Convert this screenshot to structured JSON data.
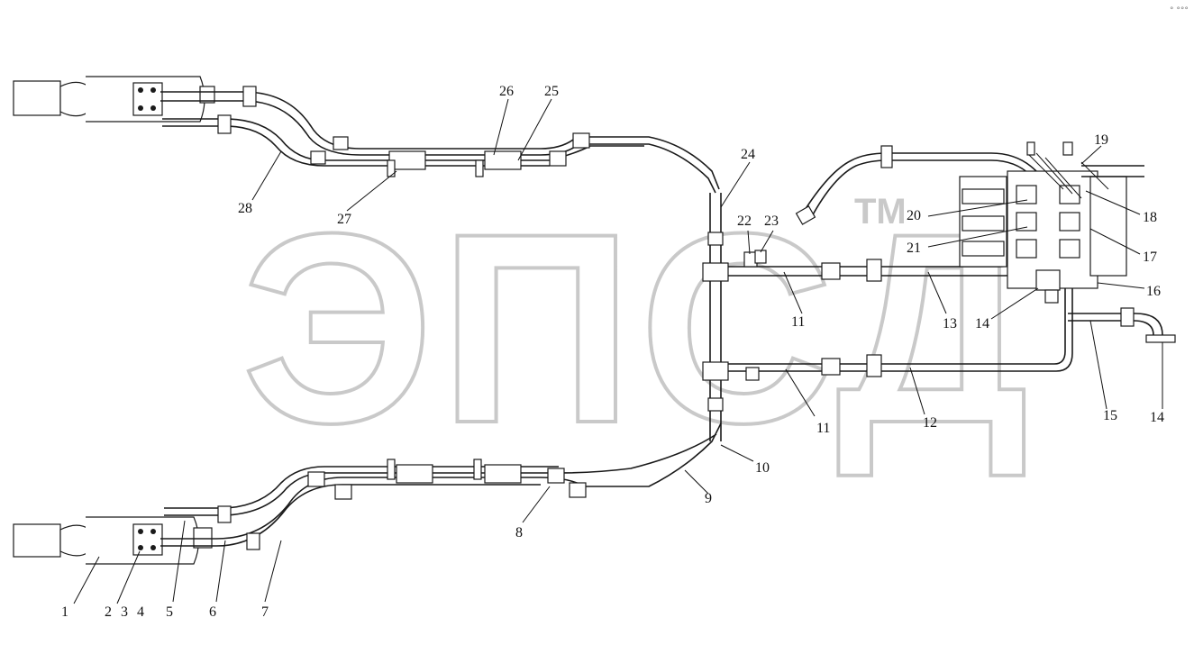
{
  "watermark": {
    "text": "ЭПСД",
    "tm": "TM"
  },
  "corner_mark": "° °°°",
  "callouts": [
    {
      "id": "c1",
      "text": "1"
    },
    {
      "id": "c2",
      "text": "2"
    },
    {
      "id": "c3",
      "text": "3"
    },
    {
      "id": "c4",
      "text": "4"
    },
    {
      "id": "c5",
      "text": "5"
    },
    {
      "id": "c6",
      "text": "6"
    },
    {
      "id": "c7",
      "text": "7"
    },
    {
      "id": "c8",
      "text": "8"
    },
    {
      "id": "c9",
      "text": "9"
    },
    {
      "id": "c10",
      "text": "10"
    },
    {
      "id": "c11a",
      "text": "11"
    },
    {
      "id": "c11b",
      "text": "11"
    },
    {
      "id": "c12",
      "text": "12"
    },
    {
      "id": "c13",
      "text": "13"
    },
    {
      "id": "c14a",
      "text": "14"
    },
    {
      "id": "c14b",
      "text": "14"
    },
    {
      "id": "c15",
      "text": "15"
    },
    {
      "id": "c16",
      "text": "16"
    },
    {
      "id": "c17",
      "text": "17"
    },
    {
      "id": "c18",
      "text": "18"
    },
    {
      "id": "c19",
      "text": "19"
    },
    {
      "id": "c20",
      "text": "20"
    },
    {
      "id": "c21",
      "text": "21"
    },
    {
      "id": "c22",
      "text": "22"
    },
    {
      "id": "c23",
      "text": "23"
    },
    {
      "id": "c24",
      "text": "24"
    },
    {
      "id": "c25",
      "text": "25"
    },
    {
      "id": "c26",
      "text": "26"
    },
    {
      "id": "c27",
      "text": "27"
    },
    {
      "id": "c28",
      "text": "28"
    }
  ]
}
